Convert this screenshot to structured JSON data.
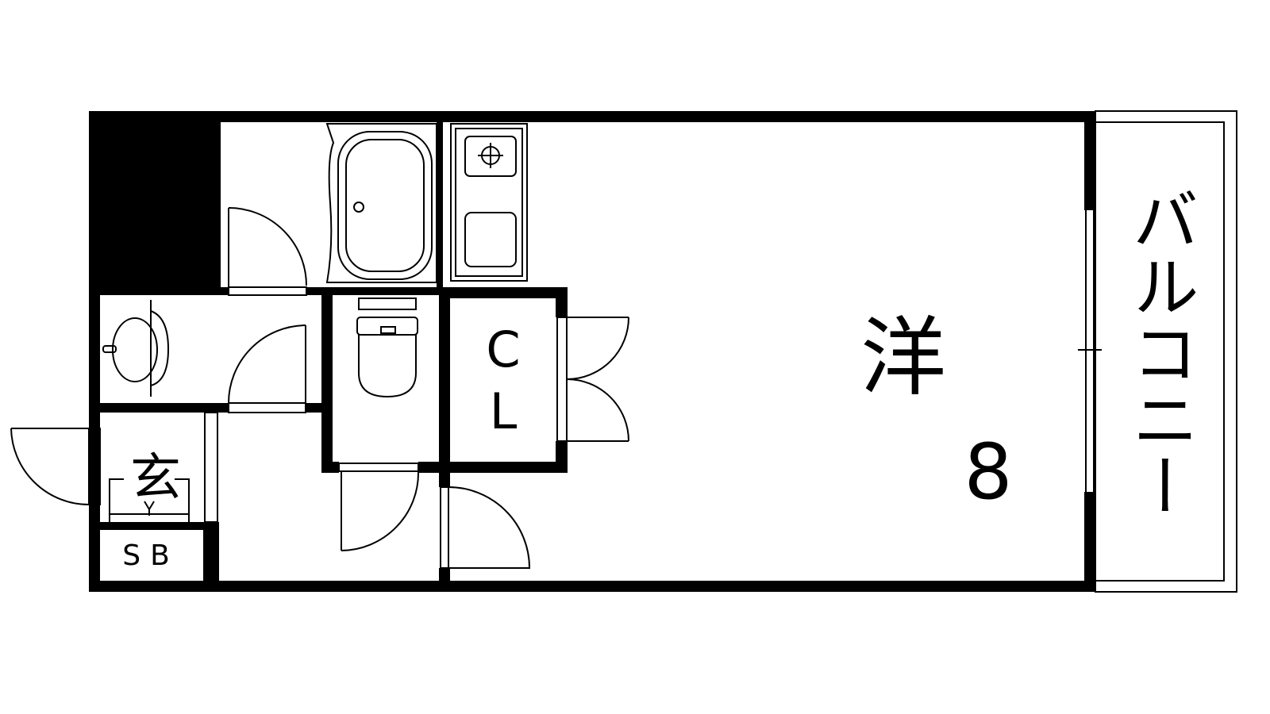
{
  "floor_plan": {
    "rooms": {
      "western_room": {
        "kind_label": "洋",
        "size_label": "8"
      },
      "closet": {
        "line1": "C",
        "line2": "L"
      },
      "balcony": {
        "label": "バルコニー"
      },
      "entrance": {
        "label": "玄"
      },
      "shoe_box": {
        "label": "SB"
      }
    },
    "colors": {
      "walls": "#000000",
      "background": "#ffffff"
    }
  }
}
